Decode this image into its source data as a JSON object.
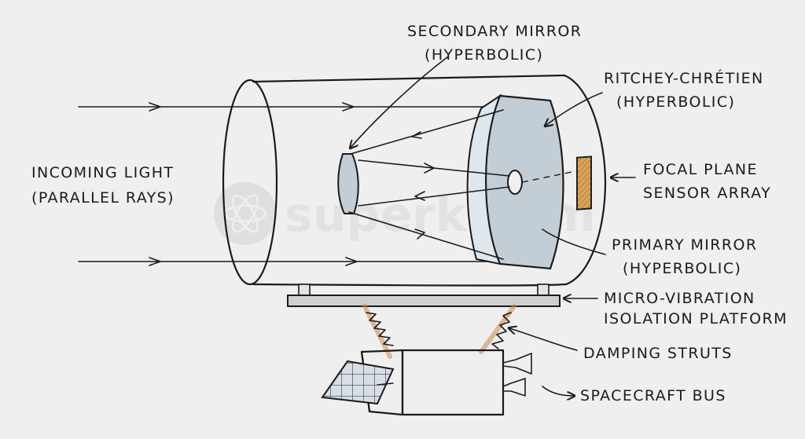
{
  "labels": {
    "incoming_light": [
      "INCOMING LIGHT",
      "(PARALLEL RAYS)"
    ],
    "secondary_mirror": [
      "SECONDARY MIRROR",
      "(HYPERBOLIC)"
    ],
    "ritchey": [
      "RITCHEY-CHRÉTIEN",
      "(HYPERBOLIC)"
    ],
    "focal_plane": [
      "FOCAL PLANE",
      "SENSOR ARRAY"
    ],
    "primary_mirror": [
      "PRIMARY MIRROR",
      "(HYPERBOLIC)"
    ],
    "isolation_platform": [
      "MICRO-VIBRATION",
      "ISOLATION PLATFORM"
    ],
    "damping_struts": "DAMPING STRUTS",
    "spacecraft_bus": "SPACECRAFT BUS"
  },
  "watermark": {
    "text": "superkalam"
  },
  "colors": {
    "ink": "#1b1b1b",
    "background": "#efefef",
    "mirror_fill": "#c3cdd6",
    "mirror_light": "#dfe6ec",
    "sensor": "#d9a25a",
    "strut": "#c98a4a",
    "platform": "#cfcfcf"
  }
}
